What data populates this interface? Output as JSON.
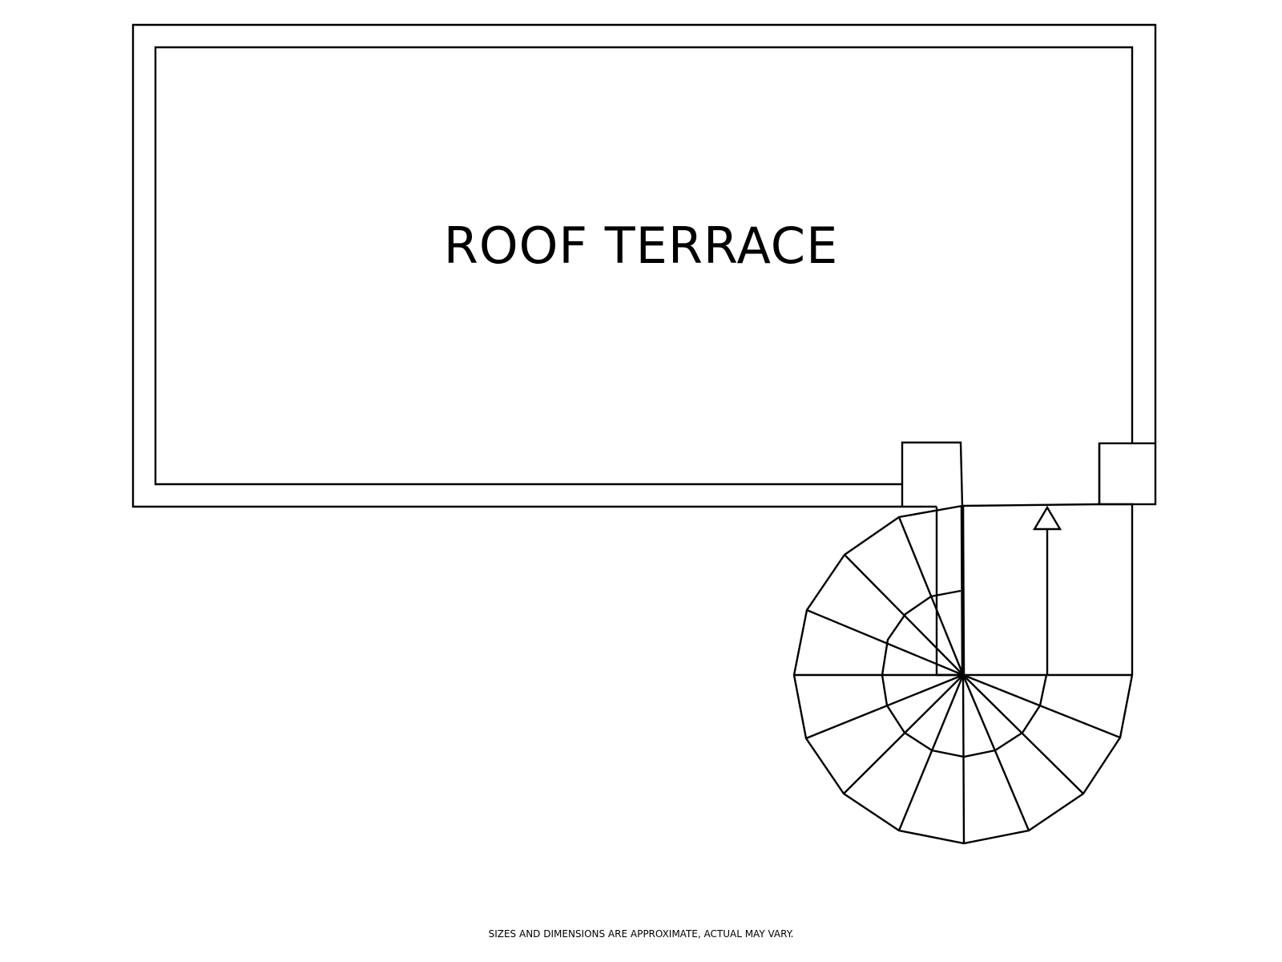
{
  "floorplan": {
    "room_label": "ROOF TERRACE",
    "disclaimer": "SIZES AND DIMENSIONS ARE APPROXIMATE, ACTUAL MAY VARY."
  },
  "colors": {
    "stroke": "#000000",
    "background": "#ffffff"
  },
  "symbols": [
    "spiral-staircase",
    "direction-arrow-up"
  ]
}
